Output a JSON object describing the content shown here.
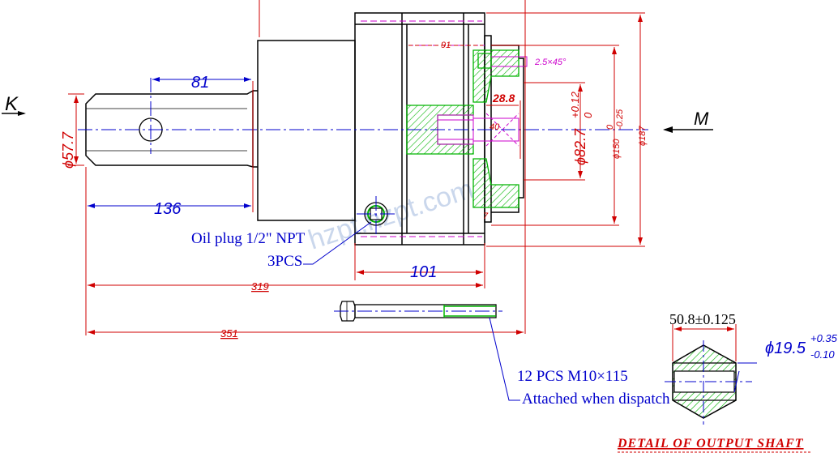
{
  "views": {
    "left": "K",
    "right": "M"
  },
  "dimensions": {
    "d81": "81",
    "d136": "136",
    "d319": "319",
    "d351": "351",
    "d101": "101",
    "d91": "91",
    "d57": "ϕ57.7",
    "d287": "28.8",
    "d40": "40",
    "d25": "2.5×45°",
    "d82": "ϕ82.7",
    "d82_tol_upper": "+0.12",
    "d82_tol_lower": "0",
    "d150": "ϕ150",
    "d150_tol_upper": "0",
    "d150_tol_lower": "-0.25",
    "d187": "ϕ187",
    "d508": "50.8±0.125",
    "d195": "ϕ19.5",
    "d195_tol_upper": "+0.35",
    "d195_tol_lower": "-0.10",
    "d7": "7"
  },
  "notes": {
    "oil_plug": "Oil plug 1/2\" NPT",
    "oil_qty": "3PCS",
    "bolts": "12 PCS M10×115",
    "attached": "Attached when dispatch"
  },
  "detail_title": "DETAIL OF OUTPUT SHAFT",
  "watermark": "hzpt.hzpt.com",
  "colors": {
    "outline": "#000000",
    "dimension": "#d00000",
    "dimension_text": "#0000cc",
    "hatch": "#00b400",
    "hidden": "#cc00cc"
  }
}
